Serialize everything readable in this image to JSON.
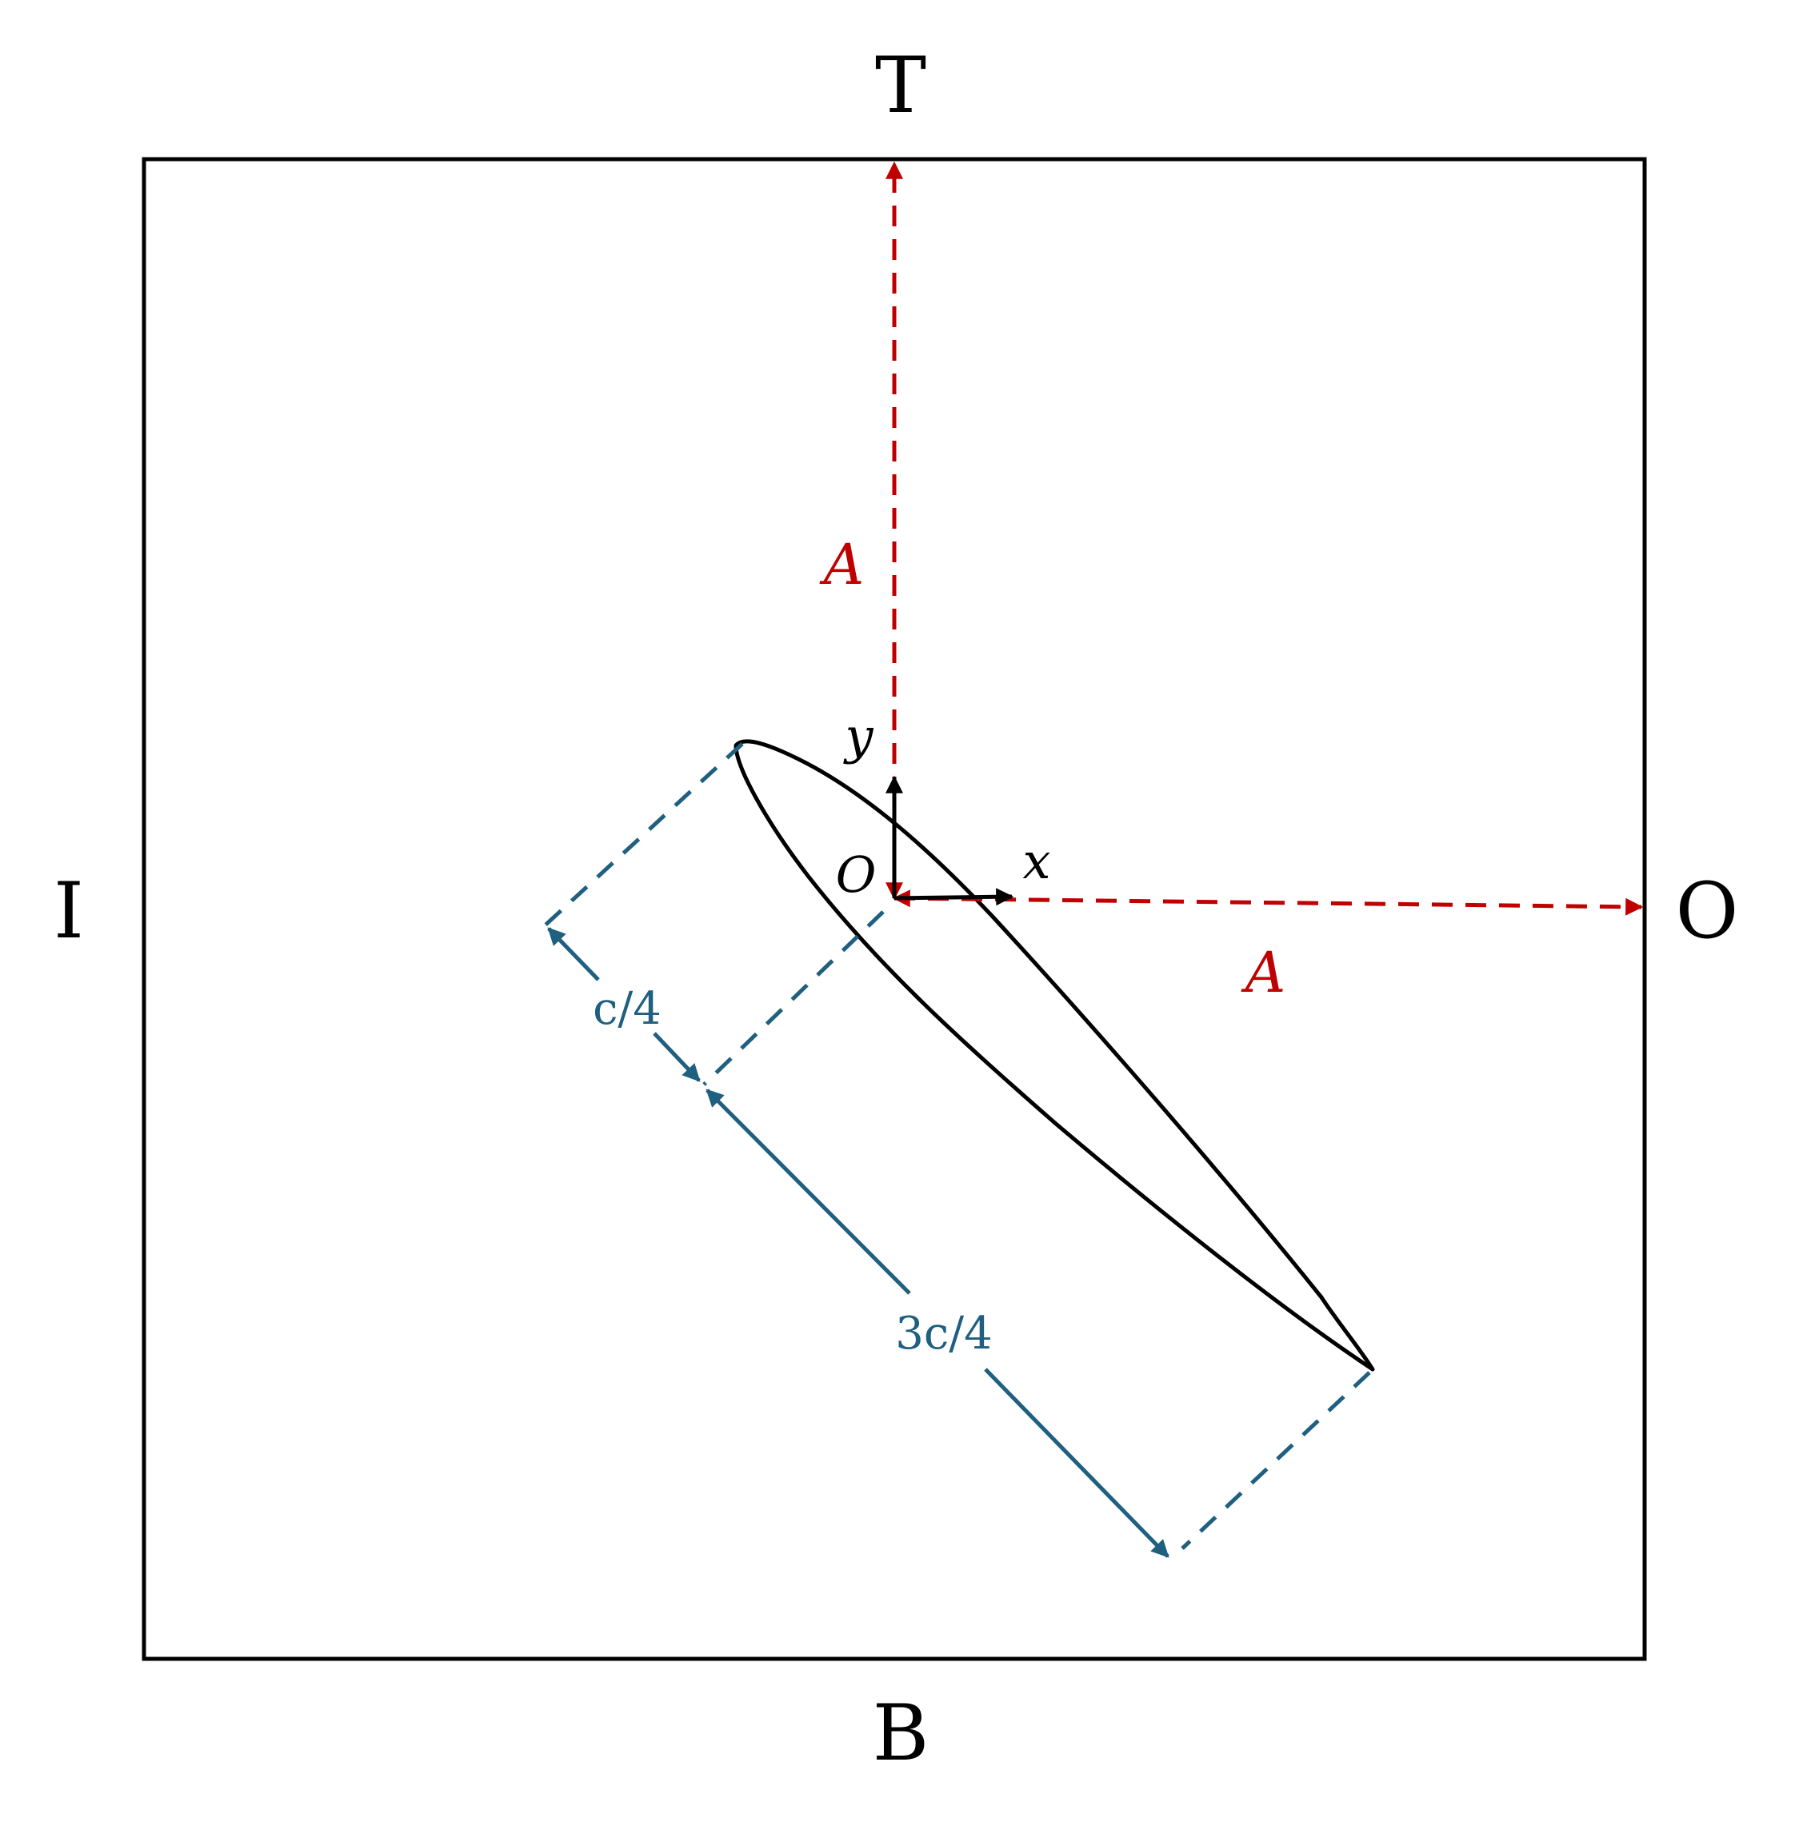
{
  "boundaries": {
    "top": "T",
    "bottom": "B",
    "inlet": "I",
    "outlet": "O"
  },
  "axes": {
    "origin": "O",
    "x": "x",
    "y": "y"
  },
  "distances": {
    "vertical": "A",
    "horizontal": "A"
  },
  "chord_parts": {
    "leading_segment": "c/4",
    "trailing_segment": "3c/4"
  },
  "colors": {
    "frame": "#000000",
    "distance": "#c00000",
    "chord": "#1f5f7f",
    "airfoil": "#000000"
  }
}
